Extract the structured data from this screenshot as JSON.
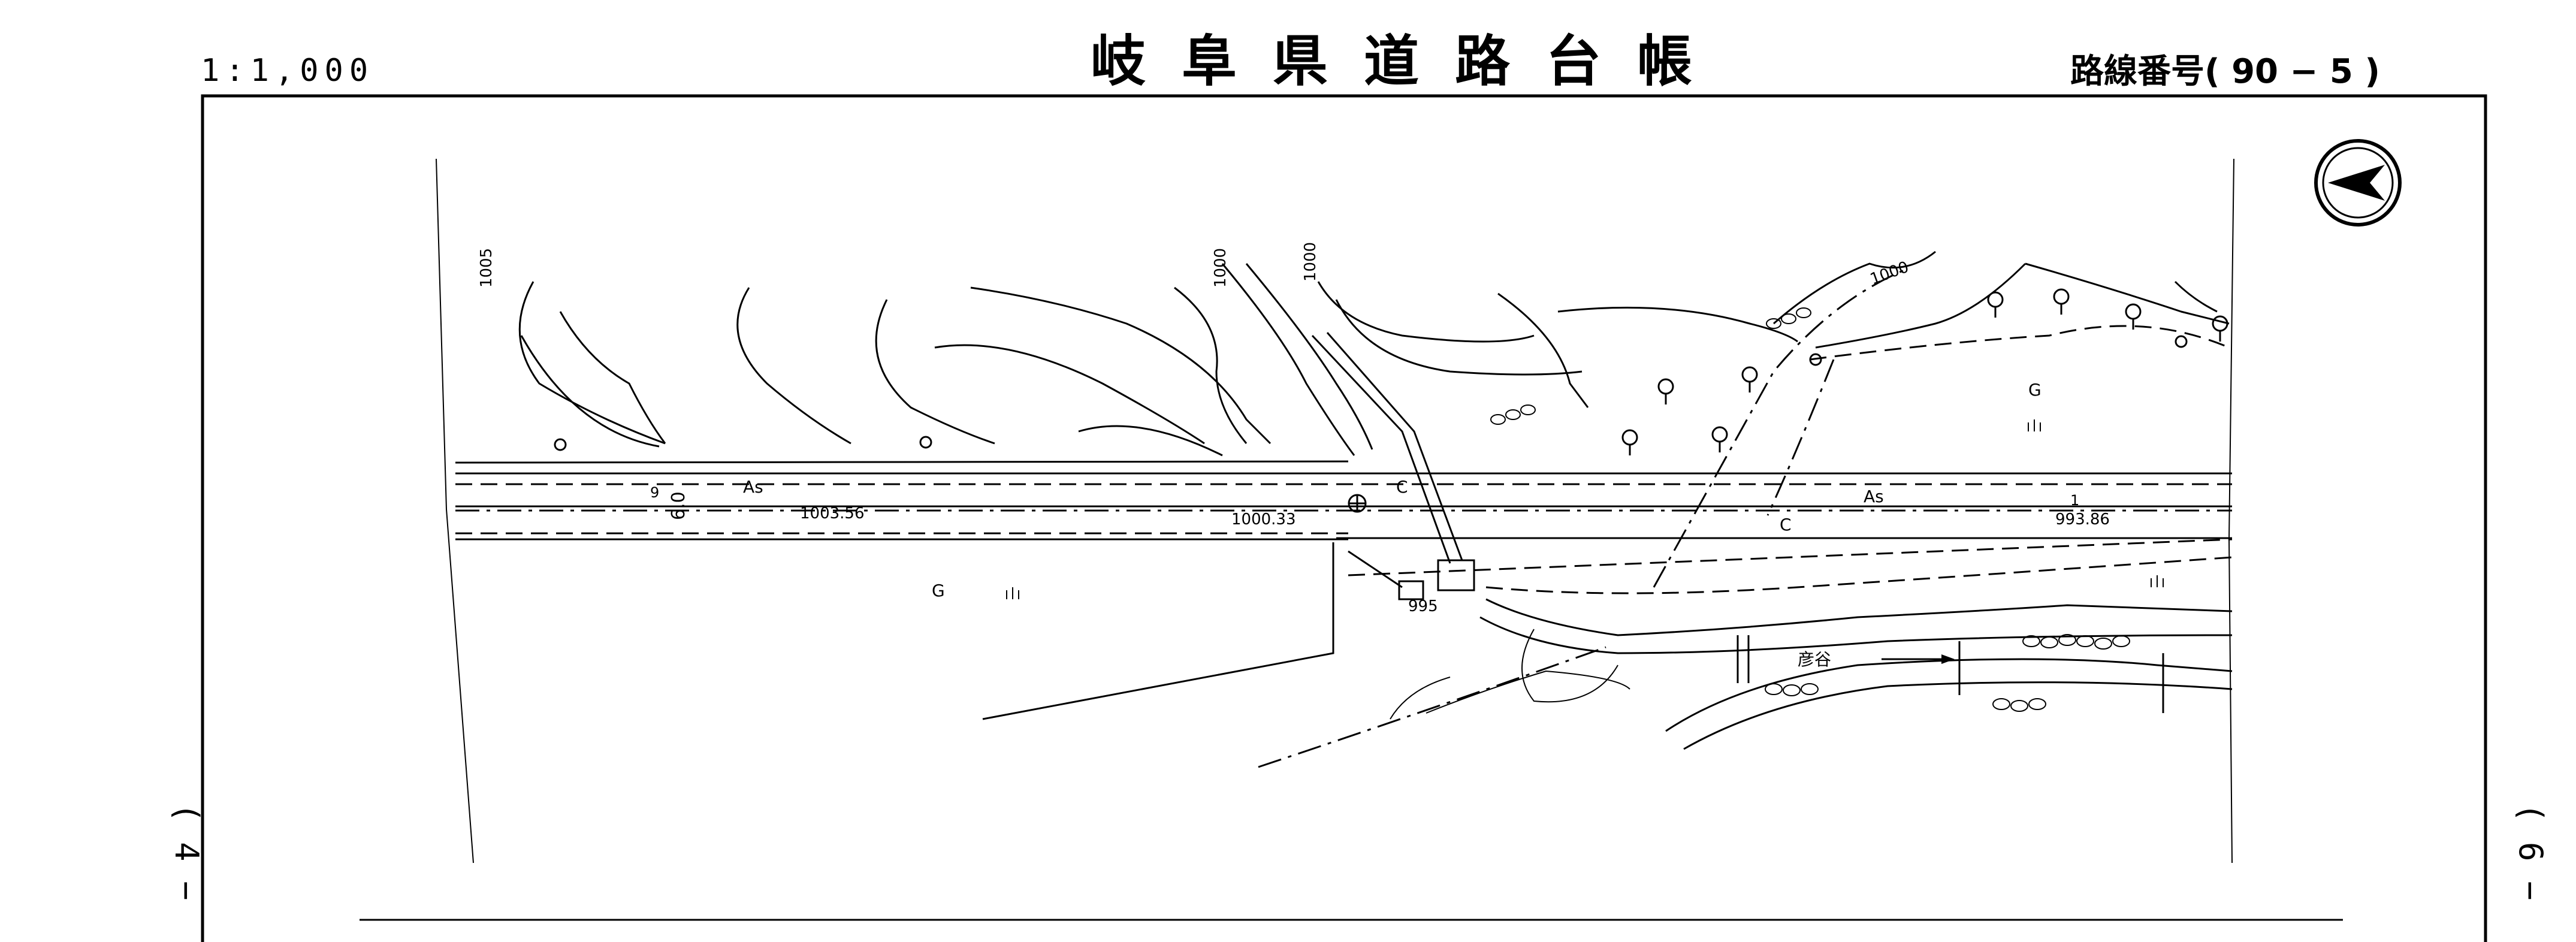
{
  "header": {
    "scale": "1:1,000",
    "title": "岐阜県道路台帳",
    "route_label": "路線番号",
    "route_number": "( 90 − 5 )"
  },
  "sheet_refs": {
    "left": "( 4 −",
    "right": "( 6 −"
  },
  "map_labels": {
    "contour_1005": "1005",
    "contour_1000_a": "1000",
    "contour_1000_b": "1000",
    "contour_1000_c": "1000",
    "contour_995": "995",
    "surface_as_1": "As",
    "surface_as_2": "As",
    "surface_c_1": "C",
    "surface_c_2": "C",
    "land_g_1": "G",
    "land_g_2": "G",
    "road_width": "6.0",
    "dim_9": "9",
    "dim_1": "1",
    "elev_1": "1003.56",
    "elev_2": "1000.33",
    "elev_3": "993.86",
    "river_name": "彦谷"
  },
  "icons": {
    "north": "north-arrow-icon",
    "mountain": "mountain-symbol-icon",
    "broadleaf": "broadleaf-tree-icon",
    "conifer": "conifer-tree-icon",
    "utility": "utility-pole-icon"
  }
}
